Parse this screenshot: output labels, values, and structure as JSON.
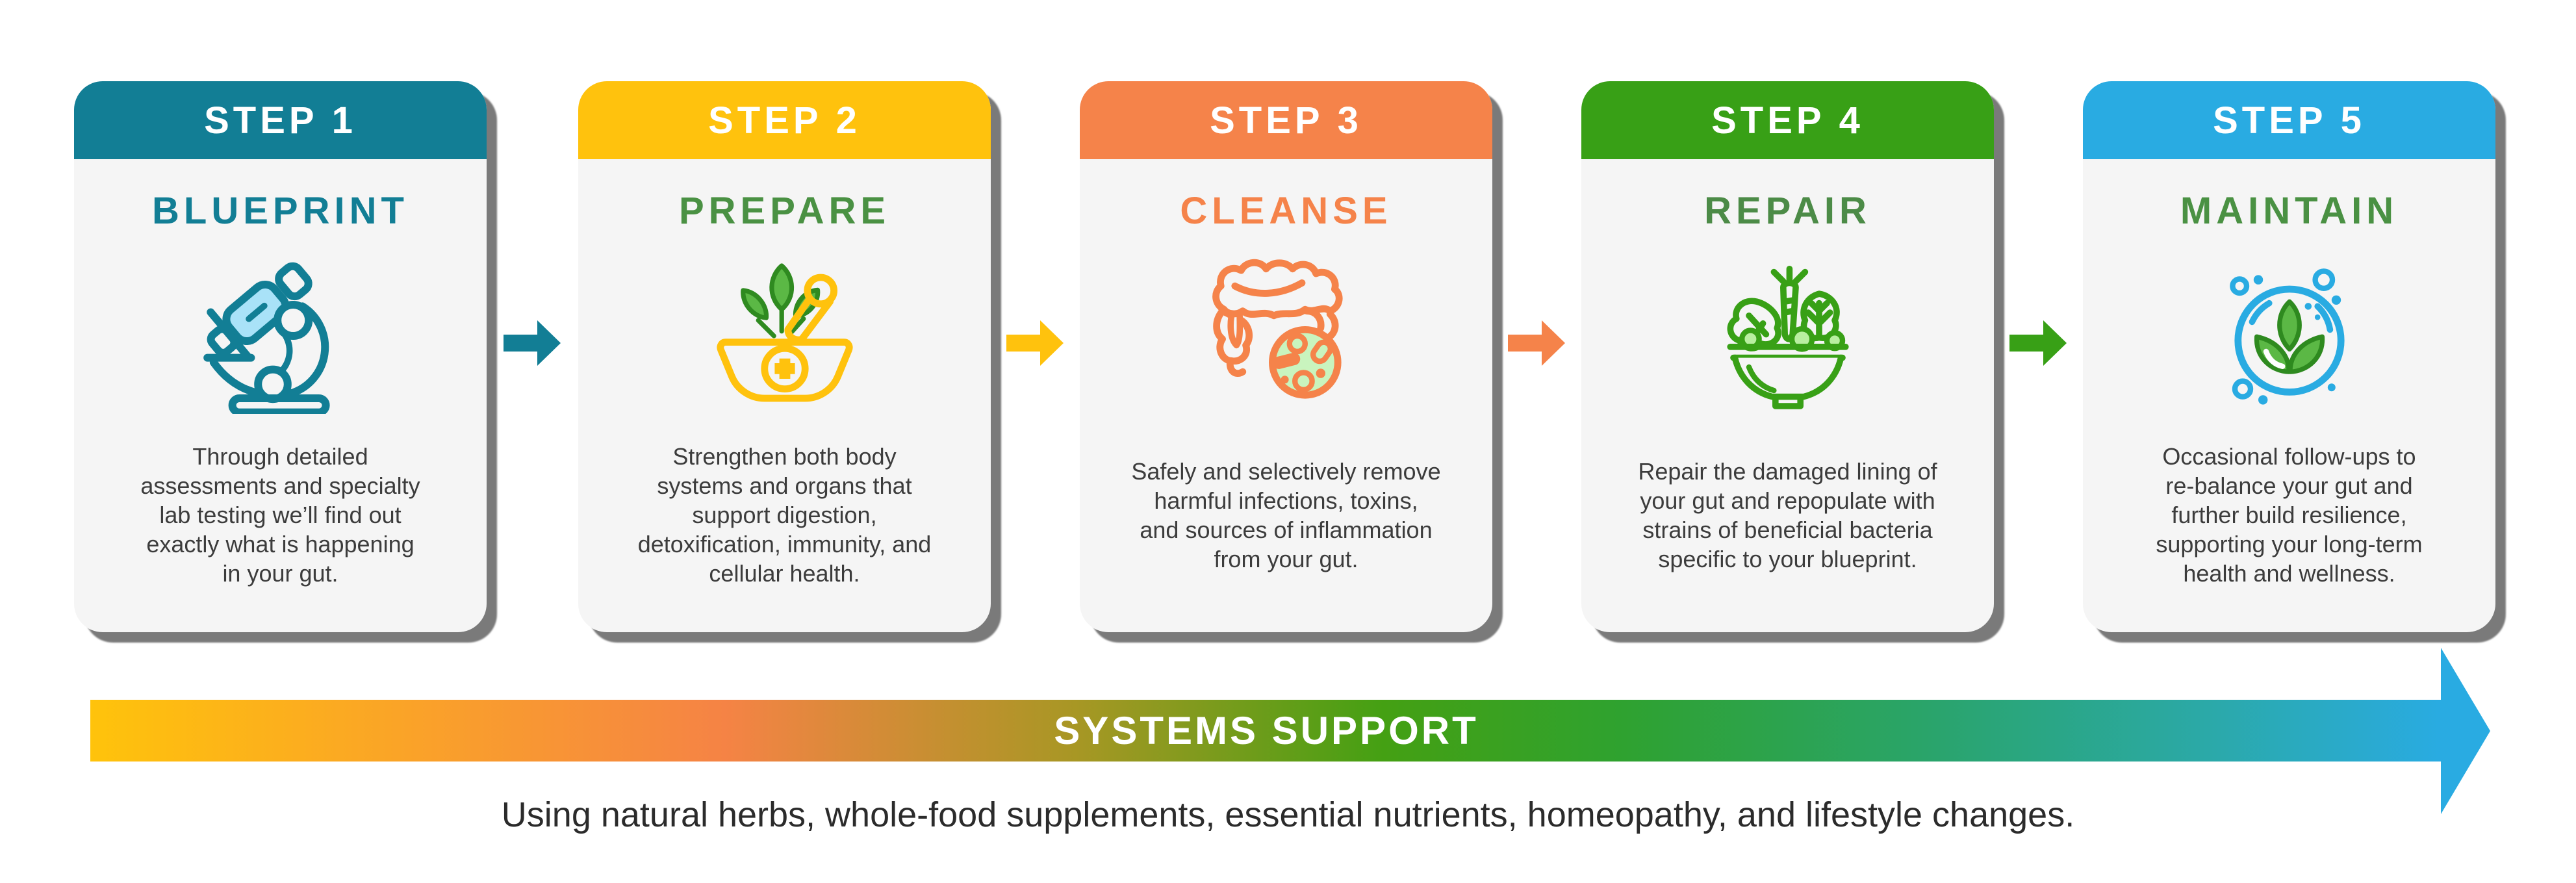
{
  "infographic": {
    "steps": [
      {
        "step_label": "STEP 1",
        "title": "BLUEPRINT",
        "header_color": "#127E95",
        "title_color": "#127E95",
        "icon": "microscope-icon",
        "icon_colors": {
          "stroke": "#127E95",
          "fill": "#A9E2F8"
        },
        "description": "Through detailed\nassessments and specialty\nlab testing we’ll find out\nexactly what is happening\nin your gut."
      },
      {
        "step_label": "STEP 2",
        "title": "PREPARE",
        "header_color": "#FFC20D",
        "title_color": "#4A9143",
        "icon": "mortar-pestle-icon",
        "icon_colors": {
          "stroke": "#FFC20D",
          "leaf_fill": "#5BB845",
          "leaf_stroke": "#2F8A20"
        },
        "description": "Strengthen both body\nsystems and organs that\nsupport digestion,\ndetoxification, immunity, and\ncellular health."
      },
      {
        "step_label": "STEP 3",
        "title": "CLEANSE",
        "header_color": "#F5834A",
        "title_color": "#F5834A",
        "icon": "intestine-icon",
        "icon_colors": {
          "stroke": "#F5834A",
          "microbe_fill": "#C9F4BE"
        },
        "description": "Safely and selectively remove\nharmful infections, toxins,\nand sources of inflammation\nfrom your gut."
      },
      {
        "step_label": "STEP 4",
        "title": "REPAIR",
        "header_color": "#38A016",
        "title_color": "#4C8B47",
        "icon": "salad-bowl-icon",
        "icon_colors": {
          "stroke": "#38A016",
          "fill": "#B9EFA0"
        },
        "description": "Repair the damaged lining of\nyour gut and repopulate with\nstrains of beneficial bacteria\nspecific to your blueprint."
      },
      {
        "step_label": "STEP 5",
        "title": "MAINTAIN",
        "header_color": "#29ABE2",
        "title_color": "#4A9143",
        "icon": "leaf-circle-icon",
        "icon_colors": {
          "stroke": "#29ABE2",
          "leaf_fill": "#5BB845",
          "leaf_stroke": "#2E8A1F"
        },
        "description": "Occasional follow-ups to\nre-balance your gut and\nfurther build resilience,\nsupporting your long-term\nhealth and wellness."
      }
    ],
    "connector_arrows": [
      {
        "name": "arrow-step1-step2",
        "color": "#127E95"
      },
      {
        "name": "arrow-step2-step3",
        "color": "#FFC20D"
      },
      {
        "name": "arrow-step3-step4",
        "color": "#F5834A"
      },
      {
        "name": "arrow-step4-step5",
        "color": "#38A016"
      }
    ],
    "systems_support": {
      "label": "SYSTEMS SUPPORT",
      "text_color": "#FFFFFF",
      "arrowhead_color": "#29ABE2",
      "gradient_colors": [
        "#FFC30B",
        "#F58345",
        "#A79724",
        "#44A013",
        "#2FA22F",
        "#2AA46A",
        "#2BA9A8",
        "#29ABE2"
      ]
    },
    "caption": "Using natural herbs, whole-food supplements, essential nutrients, homeopathy, and lifestyle changes."
  }
}
